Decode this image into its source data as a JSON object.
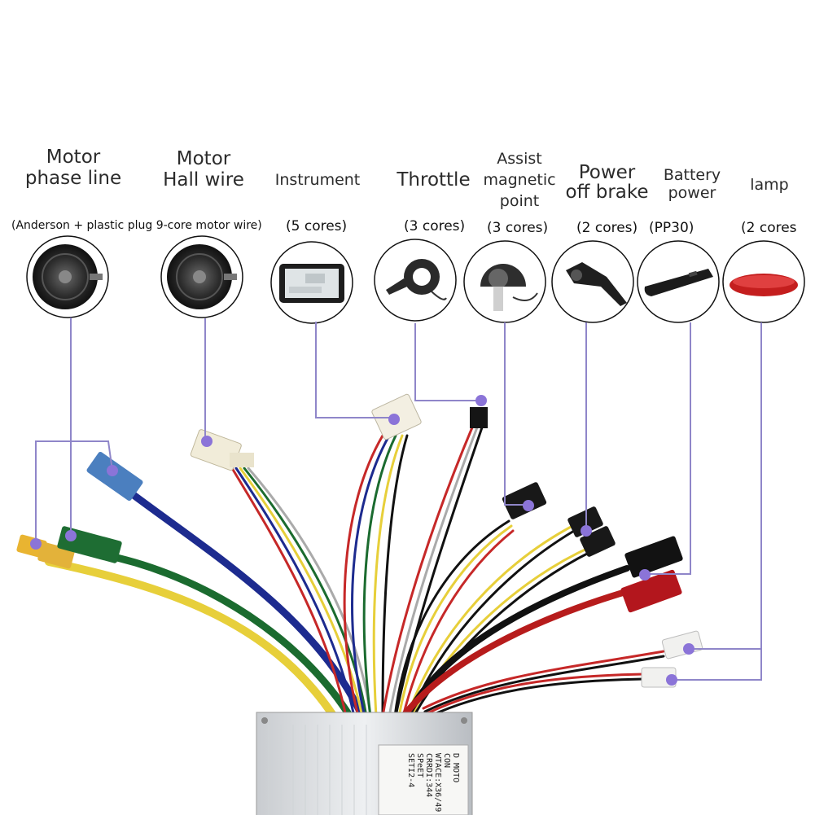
{
  "components": [
    {
      "id": "motor-phase",
      "title_lines": [
        "Motor",
        "phase line"
      ],
      "spec": "(Anderson + plastic plug 9-core motor wire)",
      "icon": "hub-motor-icon"
    },
    {
      "id": "motor-hall",
      "title_lines": [
        "Motor",
        "Hall wire"
      ],
      "spec": "",
      "icon": "hub-motor-icon"
    },
    {
      "id": "instrument",
      "title_lines": [
        "Instrument"
      ],
      "spec": "(5 cores)",
      "icon": "lcd-display-icon"
    },
    {
      "id": "throttle",
      "title_lines": [
        "Throttle"
      ],
      "spec": "(3 cores)",
      "icon": "thumb-throttle-icon"
    },
    {
      "id": "assist",
      "title_lines": [
        "Assist",
        "magnetic",
        "point"
      ],
      "spec": "(3 cores)",
      "icon": "pas-sensor-icon"
    },
    {
      "id": "brake",
      "title_lines": [
        "Power",
        "off brake"
      ],
      "spec": "(2 cores)",
      "icon": "brake-lever-icon"
    },
    {
      "id": "battery",
      "title_lines": [
        "Battery",
        "power"
      ],
      "spec": "(PP30)",
      "icon": "battery-pack-icon"
    },
    {
      "id": "lamp",
      "title_lines": [
        "lamp"
      ],
      "spec": "(2 cores",
      "icon": "lamp-icon"
    }
  ],
  "controller_label_lines": [
    "D MOTO CON",
    "WTACE:X36/49",
    "CRRDI:344",
    "SPeET SETI2-4"
  ],
  "colors": {
    "connector_line": "#8f86c9",
    "dot": "#8b74d8"
  }
}
